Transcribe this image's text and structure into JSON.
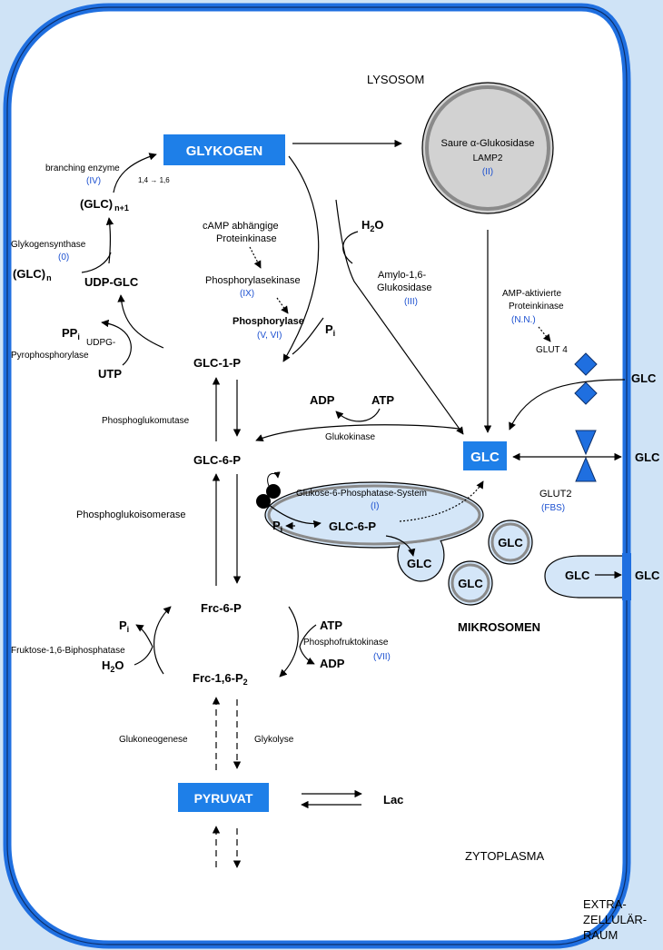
{
  "colors": {
    "background": "#cfe3f6",
    "cell_fill": "#ffffff",
    "membrane": "#1f6fe0",
    "box_fill": "#1e7fe8",
    "vesicle_fill": "#d4e6f8",
    "lysosome_fill": "#d2d2d2",
    "roman_numeral_text": "#1a4fd0"
  },
  "icons": [
    "diamond-transporter-icon",
    "hourglass-transporter-icon",
    "transporter-dimer-icon"
  ],
  "compartments": {
    "lysosome": "LYSOSOM",
    "cytoplasm": "ZYTOPLASMA",
    "extracellular": [
      "EXTRA-",
      "ZELLULÄR-",
      "RAUM"
    ],
    "microsomes": "MIKROSOMEN"
  },
  "boxes": {
    "glycogen": "GLYKOGEN",
    "glc": "GLC",
    "pyruvate": "PYRUVAT"
  },
  "metabolites": {
    "glc_n1": "(GLC)",
    "glc_n1_sub": "n+1",
    "glc_n": "(GLC)",
    "glc_n_sub": "n",
    "udp_glc": "UDP-GLC",
    "ppi": "PP",
    "ppi_sub": "i",
    "utp": "UTP",
    "glc_1_p": "GLC-1-P",
    "glc_6_p": "GLC-6-P",
    "frc_6_p": "Frc-6-P",
    "frc_16_p2": "Frc-1,6-P",
    "frc_16_p2_sub": "2",
    "lac": "Lac",
    "h2o_top": "H",
    "h2o_sub": "2",
    "h2o_o": "O",
    "pi_label": "P",
    "pi_sub": "i",
    "adp": "ADP",
    "atp": "ATP",
    "glc_vesicle": "GLC",
    "glc_micro": "GLC",
    "glc_right": "GLC",
    "glc_6_p_er": "GLC-6-P",
    "pi_er": "P",
    "pi_er_sub": "i"
  },
  "enzymes": {
    "branching": "branching enzyme",
    "branching_num": "(IV)",
    "branching_bond": "1,4 → 1,6",
    "glycogen_synthase": "Glykogensynthase",
    "glycogen_synthase_num": "(0)",
    "udpg_ppase_1": "UDPG-",
    "udpg_ppase_2": "Pyrophosphorylase",
    "camp_pk_1": "cAMP abhängige",
    "camp_pk_2": "Proteinkinase",
    "phosphorylase_kinase": "Phosphorylasekinase",
    "phosphorylase_kinase_num": "(IX)",
    "phosphorylase": "Phosphorylase",
    "phosphorylase_num": "(V, VI)",
    "amylo_1": "Amylo-1,6-",
    "amylo_2": "Glukosidase",
    "amylo_num": "(III)",
    "acid_glucosidase_1": "Saure α-Glukosidase",
    "acid_glucosidase_2": "LAMP2",
    "acid_glucosidase_num": "(II)",
    "ampk_1": "AMP-aktivierte",
    "ampk_2": "Proteinkinase",
    "ampk_num": "(N.N.)",
    "glut4": "GLUT 4",
    "phosphoglucomutase": "Phosphoglukomutase",
    "glucokinase": "Glukokinase",
    "phosphoglucoisomerase": "Phosphoglukoisomerase",
    "g6pase_system": "Glukose-6-Phosphatase-System",
    "g6pase_num": "(I)",
    "glut2": "GLUT2",
    "glut2_num": "(FBS)",
    "fbpase": "Fruktose-1,6-Biphosphatase",
    "pfk": "Phosphofruktokinase",
    "pfk_num": "(VII)",
    "gluconeogenesis": "Glukoneogenese",
    "glycolysis": "Glykolyse"
  }
}
